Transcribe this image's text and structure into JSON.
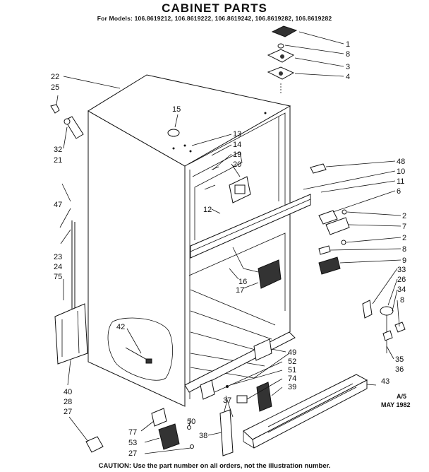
{
  "header": {
    "title": "CABINET PARTS",
    "models": "For Models: 106.8619212, 106.8619222, 106.8619242, 106.8619282, 106.8619282"
  },
  "footer": {
    "caution": "CAUTION: Use the part number on all orders, not the illustration number."
  },
  "stamp": {
    "revision": "A/5",
    "date": "MAY 1982"
  },
  "callouts": [
    {
      "id": "c1",
      "text": "1"
    },
    {
      "id": "c8a",
      "text": "8"
    },
    {
      "id": "c3",
      "text": "3"
    },
    {
      "id": "c4",
      "text": "4"
    },
    {
      "id": "c22",
      "text": "22"
    },
    {
      "id": "c25",
      "text": "25"
    },
    {
      "id": "c32",
      "text": "32"
    },
    {
      "id": "c21",
      "text": "21"
    },
    {
      "id": "c15",
      "text": "15"
    },
    {
      "id": "c13",
      "text": "13"
    },
    {
      "id": "c14",
      "text": "14"
    },
    {
      "id": "c19",
      "text": "19"
    },
    {
      "id": "c20",
      "text": "20"
    },
    {
      "id": "c48",
      "text": "48"
    },
    {
      "id": "c10",
      "text": "10"
    },
    {
      "id": "c11",
      "text": "11"
    },
    {
      "id": "c6",
      "text": "6"
    },
    {
      "id": "c2a",
      "text": "2"
    },
    {
      "id": "c7",
      "text": "7"
    },
    {
      "id": "c2b",
      "text": "2"
    },
    {
      "id": "c8b",
      "text": "8"
    },
    {
      "id": "c9",
      "text": "9"
    },
    {
      "id": "c12",
      "text": "12"
    },
    {
      "id": "c47",
      "text": "47"
    },
    {
      "id": "c23",
      "text": "23"
    },
    {
      "id": "c24",
      "text": "24"
    },
    {
      "id": "c75",
      "text": "75"
    },
    {
      "id": "c16",
      "text": "16"
    },
    {
      "id": "c17",
      "text": "17"
    },
    {
      "id": "c33",
      "text": "33"
    },
    {
      "id": "c26",
      "text": "26"
    },
    {
      "id": "c34",
      "text": "34"
    },
    {
      "id": "c8c",
      "text": "8"
    },
    {
      "id": "c42",
      "text": "42"
    },
    {
      "id": "c49",
      "text": "49"
    },
    {
      "id": "c52",
      "text": "52"
    },
    {
      "id": "c51",
      "text": "51"
    },
    {
      "id": "c74",
      "text": "74"
    },
    {
      "id": "c39",
      "text": "39"
    },
    {
      "id": "c35",
      "text": "35"
    },
    {
      "id": "c36",
      "text": "36"
    },
    {
      "id": "c43",
      "text": "43"
    },
    {
      "id": "c40",
      "text": "40"
    },
    {
      "id": "c28",
      "text": "28"
    },
    {
      "id": "c27a",
      "text": "27"
    },
    {
      "id": "c37",
      "text": "37"
    },
    {
      "id": "c50",
      "text": "50"
    },
    {
      "id": "c77",
      "text": "77"
    },
    {
      "id": "c53",
      "text": "53"
    },
    {
      "id": "c38",
      "text": "38"
    },
    {
      "id": "c27b",
      "text": "27"
    }
  ]
}
